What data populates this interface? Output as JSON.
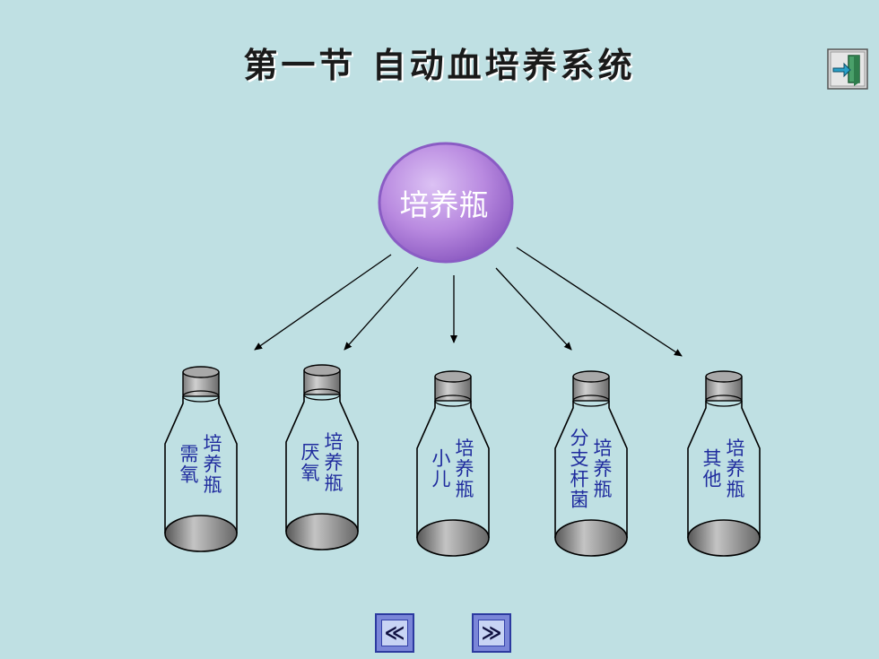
{
  "title": "第一节  自动血培养系统",
  "center_node": {
    "label": "培养瓶",
    "color": "#b98ae0"
  },
  "bottles": [
    {
      "cols": [
        "培养瓶",
        "需氧"
      ]
    },
    {
      "cols": [
        "培养瓶",
        "厌氧"
      ]
    },
    {
      "cols": [
        "培养瓶",
        "小儿"
      ]
    },
    {
      "cols": [
        "培养瓶",
        "分支杆菌"
      ]
    },
    {
      "cols": [
        "培养瓶",
        "其他"
      ]
    }
  ],
  "nav": {
    "prev": "≪",
    "next": "≫"
  },
  "colors": {
    "background": "#bfe0e3",
    "bottle_text": "#1f2b9e",
    "arrow": "#000000"
  },
  "icons": {
    "exit": "exit-door-icon"
  }
}
